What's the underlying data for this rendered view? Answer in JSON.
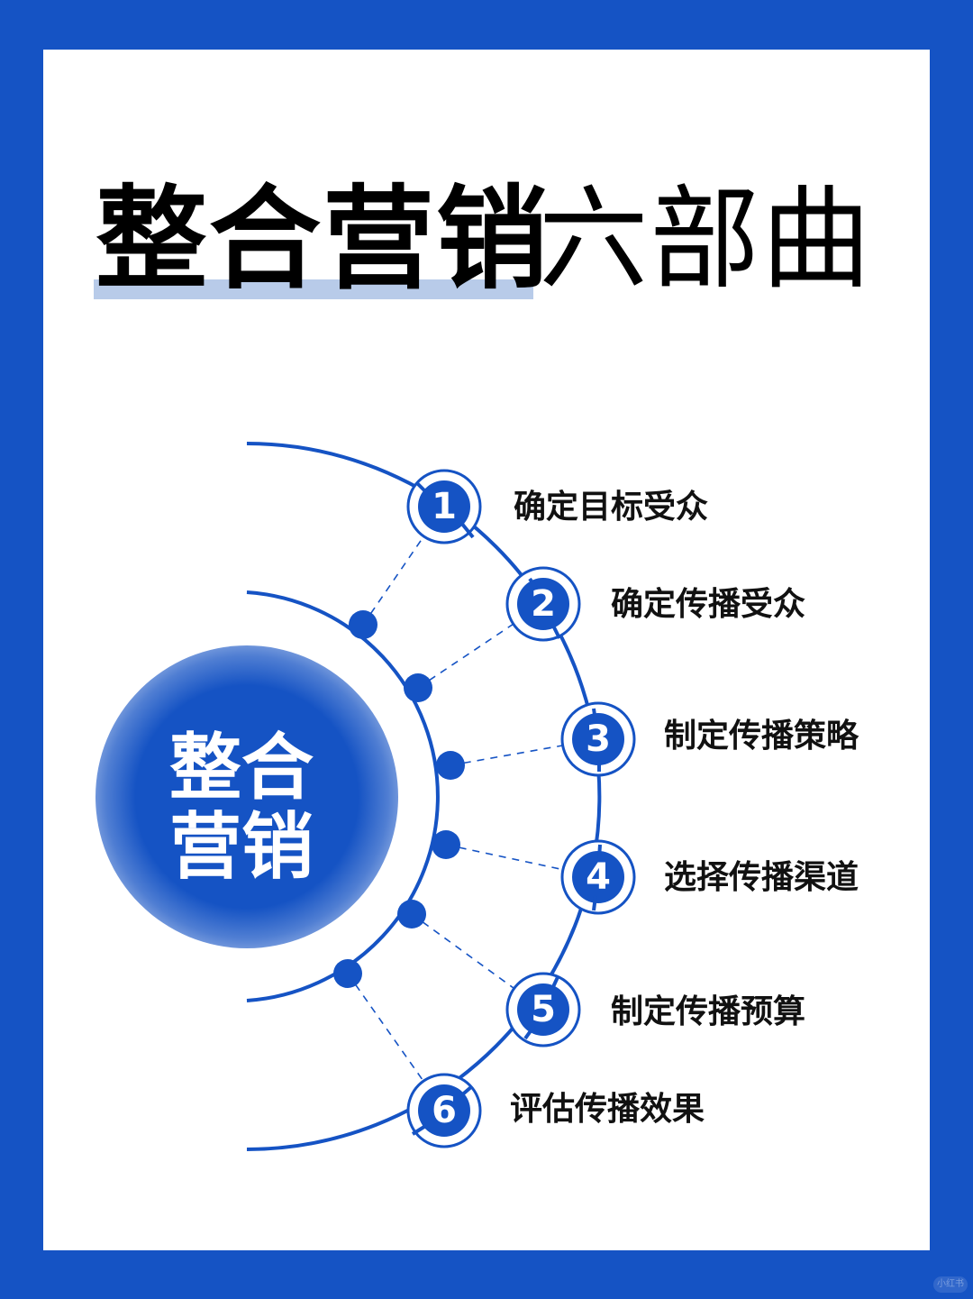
{
  "title": {
    "bold_part": "整合营销",
    "light_part": "六部曲",
    "highlight_color": "#b8cbe9"
  },
  "core": {
    "line1": "整合",
    "line2": "营销"
  },
  "colors": {
    "frame": "#1553c4",
    "accent": "#1553c4",
    "background": "#ffffff",
    "text": "#111111"
  },
  "steps": [
    {
      "number": "1",
      "label": "确定目标受众"
    },
    {
      "number": "2",
      "label": "确定传播受众"
    },
    {
      "number": "3",
      "label": "制定传播策略"
    },
    {
      "number": "4",
      "label": "选择传播渠道"
    },
    {
      "number": "5",
      "label": "制定传播预算"
    },
    {
      "number": "6",
      "label": "评估传播效果"
    }
  ],
  "watermark": "小红书"
}
